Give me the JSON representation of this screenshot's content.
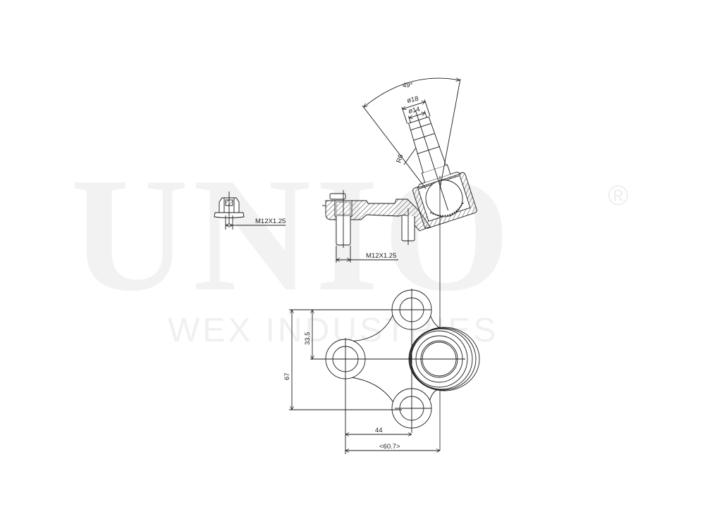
{
  "watermark": {
    "brand": "UNIO",
    "registered": "®",
    "subtitle": "WEX INDUSTRIES",
    "color": "#f2f2f2"
  },
  "drawing": {
    "subject": "ball joint technical drawing",
    "line_color": "#1a1a1a",
    "dimensions": {
      "angle": "49°",
      "stud_outer_diameter": "ø18",
      "stud_inner_diameter": "ø14",
      "radius": "R6",
      "nut_thread": "M12X1.25",
      "bolt_thread": "M12X1.25",
      "vertical_half": "33.5",
      "vertical_total": "67",
      "horizontal_inner": "44",
      "horizontal_ref": "<60.7>"
    }
  }
}
